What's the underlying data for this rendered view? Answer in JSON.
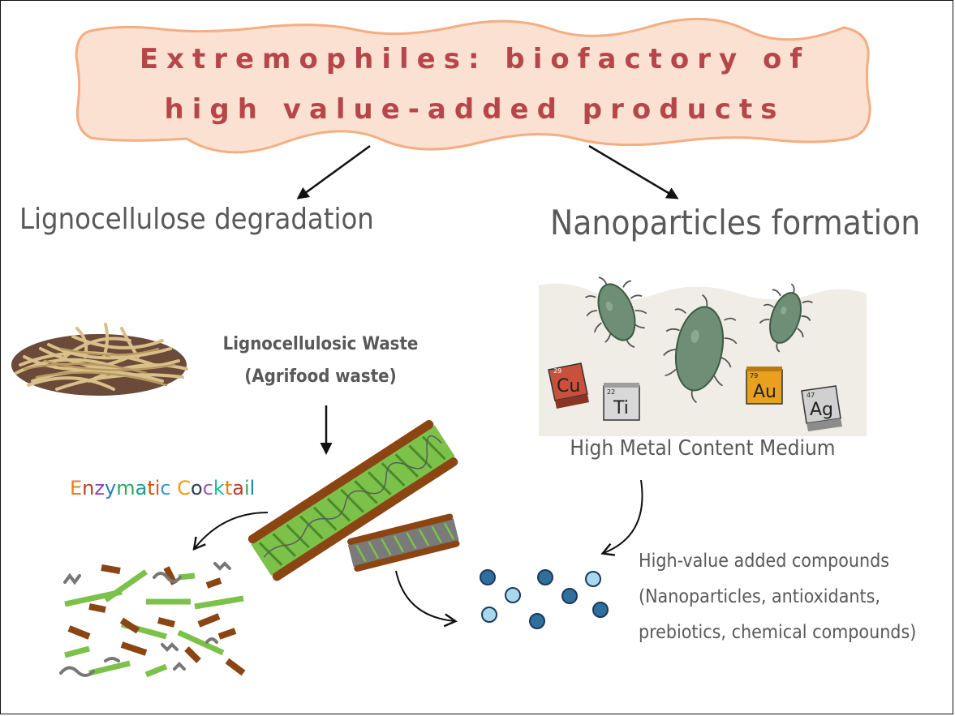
{
  "title": {
    "line1": "Extremophiles: biofactory of",
    "line2": "high value-added products"
  },
  "branches": {
    "left": "Lignocellulose degradation",
    "right": "Nanoparticles formation"
  },
  "lignocellulose": {
    "waste_line1": "Lignocellulosic Waste",
    "waste_line2": "(Agrifood waste)",
    "enzymatic_cocktail": "Enzymatic Cocktail"
  },
  "nanoparticles": {
    "medium_label": "High Metal Content Medium",
    "metals": [
      {
        "symbol": "Cu",
        "number": "29",
        "color": "#c8503c"
      },
      {
        "symbol": "Ti",
        "number": "22",
        "color": "#9e9e9e"
      },
      {
        "symbol": "Au",
        "number": "79",
        "color": "#e8a01e"
      },
      {
        "symbol": "Ag",
        "number": "47",
        "color": "#8c8c8c"
      }
    ]
  },
  "products": {
    "line1": "High-value added compounds",
    "line2": "(Nanoparticles, antioxidants,",
    "line3": "prebiotics, chemical compounds)"
  },
  "colors": {
    "title_text": "#b7464a",
    "banner_fill": "#fbe1d2",
    "banner_stroke": "#f5ad82",
    "fiber_brown": "#8b4513",
    "fiber_green": "#7cc24a",
    "bacteria_green": "#6e8f76"
  },
  "enzyme_letter_colors": [
    "#e67e22",
    "#c0392b",
    "#8e44ad",
    "#2980b9",
    "#27ae60",
    "#16a085",
    "#d35400",
    "#e74c3c",
    "#3498db",
    "#f39c12",
    "#2c3e50",
    "#9b59b6",
    "#1abc9c",
    "#e67e22",
    "#c0392b",
    "#27ae60",
    "#2980b9",
    "#8e44ad"
  ]
}
